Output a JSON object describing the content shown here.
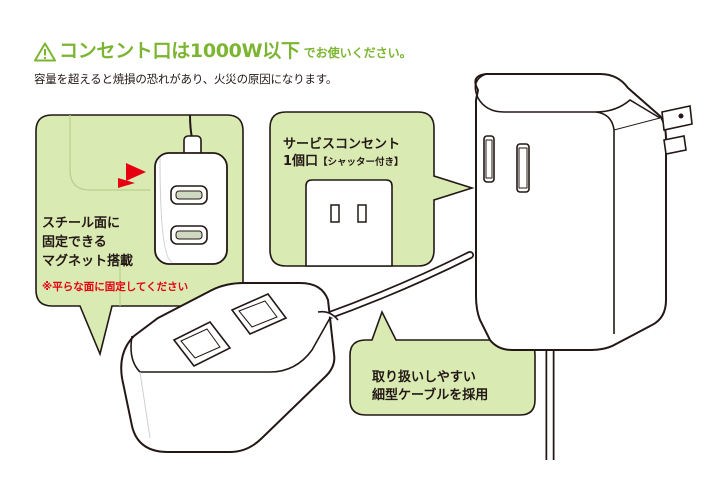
{
  "warning": {
    "icon": "warning-triangle-icon",
    "main": "コンセント口は1000W以下",
    "suffix": "でお使いください。",
    "sub": "容量を超えると焼損の恐れがあり、火災の原因になります。"
  },
  "magnet_panel": {
    "line1": "スチール面に",
    "line2": "固定できる",
    "line3": "マグネット搭載",
    "note": "※平らな面に固定してください"
  },
  "service_panel": {
    "title": "サービスコンセント",
    "sub_main": "1個口",
    "sub_small": "【シャッター付き】"
  },
  "cable_panel": {
    "line1": "取り扱いしやすい",
    "line2": "細型ケーブルを採用"
  },
  "colors": {
    "accent_green": "#7cb531",
    "panel_green": "#d9eab2",
    "note_red": "#e60012",
    "arrow_red": "#e60012"
  }
}
